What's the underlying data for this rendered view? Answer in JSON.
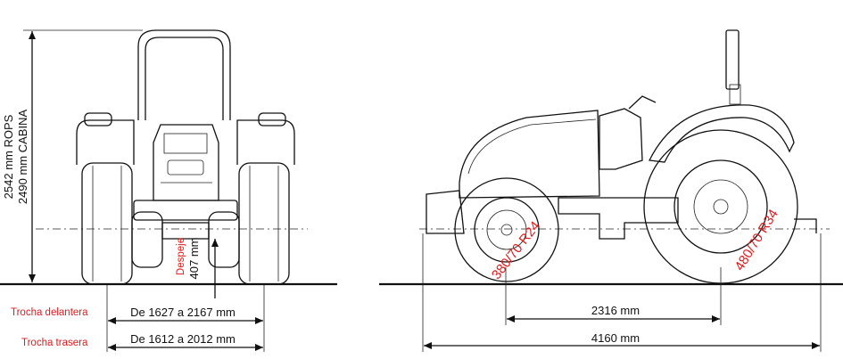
{
  "front_view": {
    "height_rops": "2542 mm ROPS",
    "height_cab": "2490 mm CABINA",
    "clearance_label": "Despeje",
    "clearance_value": "407 mm",
    "front_track_label": "Trocha delantera",
    "front_track_value": "De 1627 a 2167 mm",
    "rear_track_label": "Trocha trasera",
    "rear_track_value": "De 1612 a 2012 mm"
  },
  "side_view": {
    "front_tire": "380/70 R24",
    "rear_tire": "480/70 R34",
    "wheelbase": "2316 mm",
    "total_length": "4160 mm"
  },
  "colors": {
    "accent_red": "#e11a1a",
    "line": "#111111"
  }
}
